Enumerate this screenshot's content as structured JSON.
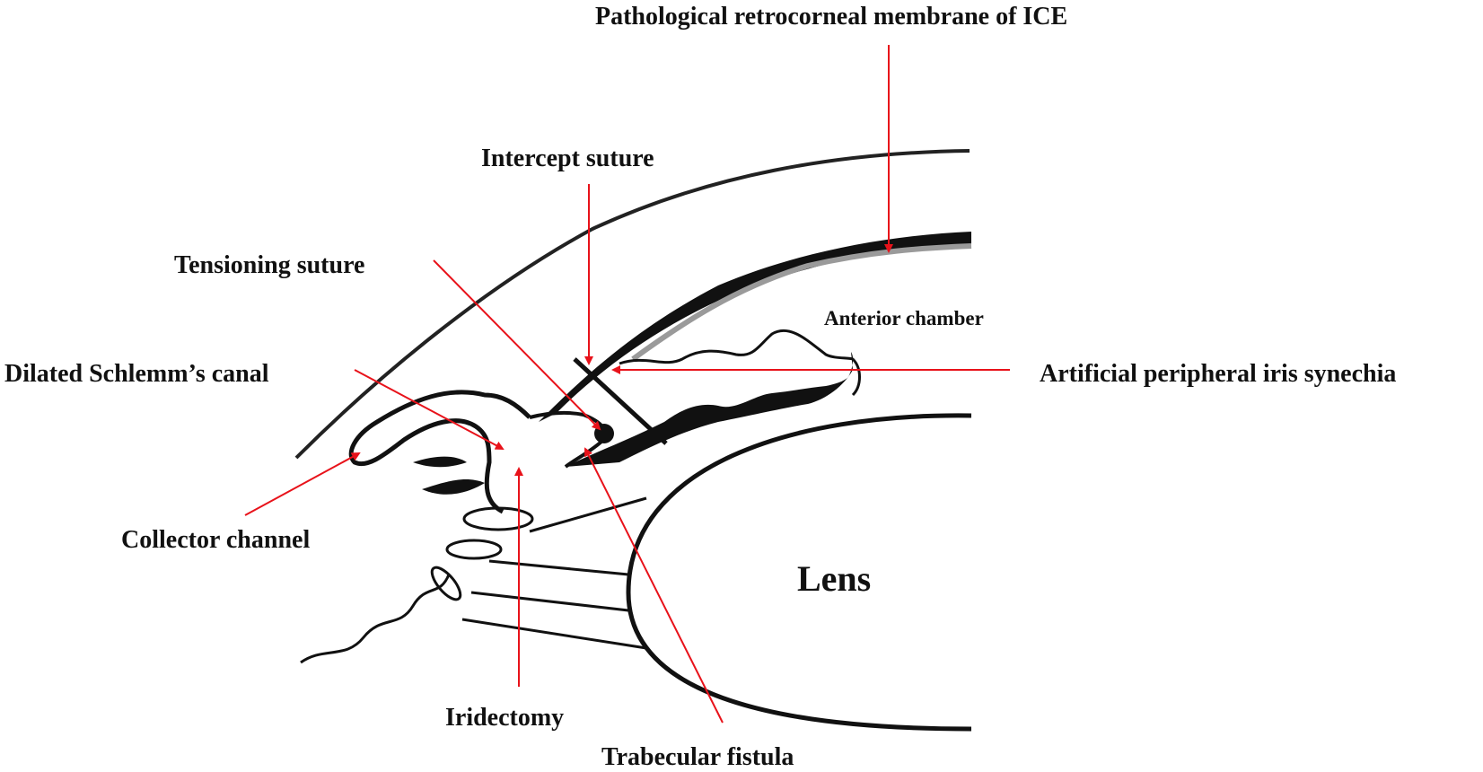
{
  "labels": {
    "pathological_membrane": "Pathological retrocorneal membrane of ICE",
    "intercept_suture": "Intercept suture",
    "tensioning_suture": "Tensioning suture",
    "anterior_chamber": "Anterior chamber",
    "dilated_schlemm": "Dilated Schlemm’s canal",
    "artificial_synechia": "Artificial peripheral iris synechia",
    "collector_channel": "Collector channel",
    "lens": "Lens",
    "iridectomy": "Iridectomy",
    "trabecular_fistula": "Trabecular fistula"
  },
  "colors": {
    "arrow": "#e8121a",
    "line": "#111111",
    "membrane": "#9a9a9a"
  }
}
